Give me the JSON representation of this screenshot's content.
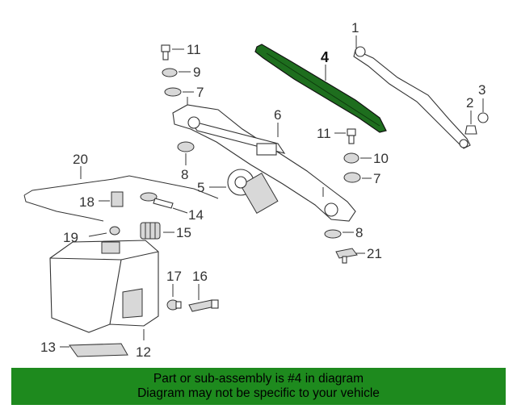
{
  "diagram": {
    "callouts": {
      "c1": "1",
      "c2": "2",
      "c3": "3",
      "c4": "4",
      "c5": "5",
      "c6": "6",
      "c7a": "7",
      "c7b": "7",
      "c8a": "8",
      "c8b": "8",
      "c9": "9",
      "c10": "10",
      "c11a": "11",
      "c11b": "11",
      "c12": "12",
      "c13": "13",
      "c14": "14",
      "c15": "15",
      "c16": "16",
      "c17": "17",
      "c18": "18",
      "c19": "19",
      "c20": "20",
      "c21": "21"
    },
    "highlight_color": "#1e6e1e"
  },
  "banner": {
    "line1": "Part or sub-assembly is #4 in diagram",
    "line2": "Diagram may not be specific to your vehicle",
    "color": "#1e8a1e"
  }
}
